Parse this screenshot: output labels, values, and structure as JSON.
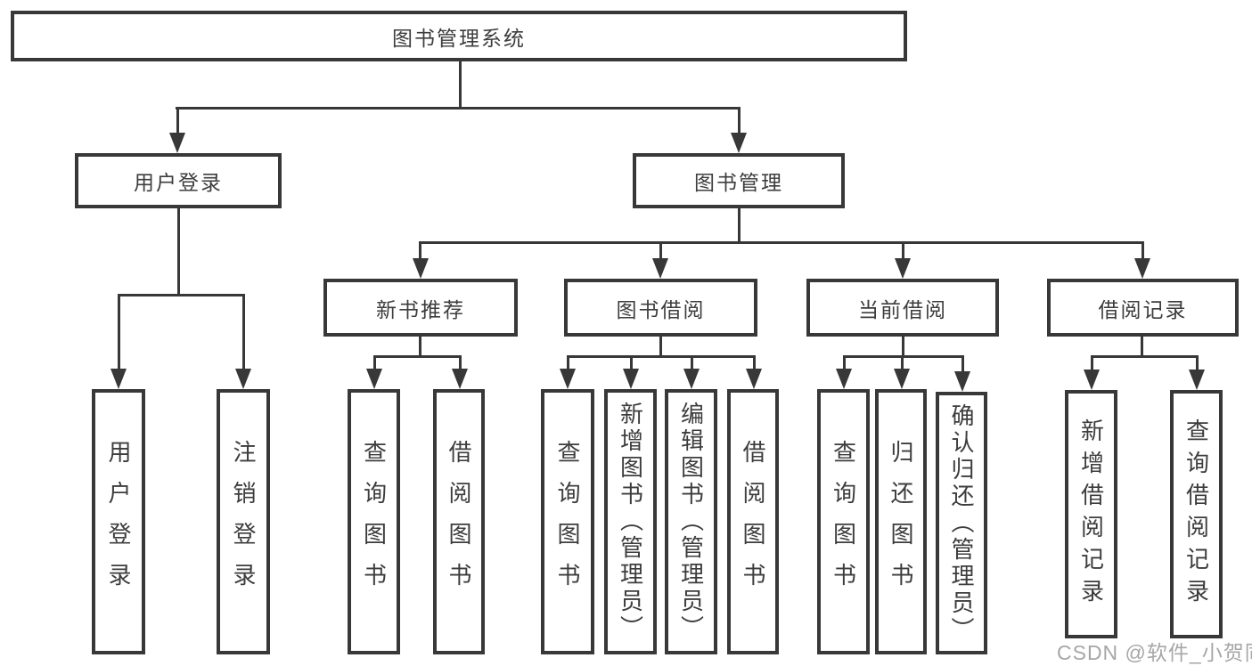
{
  "nodes": {
    "root": "图书管理系统",
    "level2": [
      "用户登录",
      "图书管理"
    ],
    "level3": [
      "新书推荐",
      "图书借阅",
      "当前借阅",
      "借阅记录"
    ],
    "leaves_login": [
      "用户登录",
      "注销登录"
    ],
    "leaves_newbook": [
      "查询图书",
      "借阅图书"
    ],
    "leaves_borrow": [
      "查询图书",
      "新增图书（管理员）",
      "编辑图书（管理员）",
      "借阅图书"
    ],
    "leaves_current": [
      "查询图书",
      "归还图书",
      "确认归还（管理员）"
    ],
    "leaves_records": [
      "新增借阅记录",
      "查询借阅记录"
    ]
  },
  "watermark": "CSDN @软件_小贺同学",
  "colors": {
    "line": "#383838",
    "text": "#3d3d3d",
    "background": "#ffffff",
    "watermark": "#969696"
  }
}
